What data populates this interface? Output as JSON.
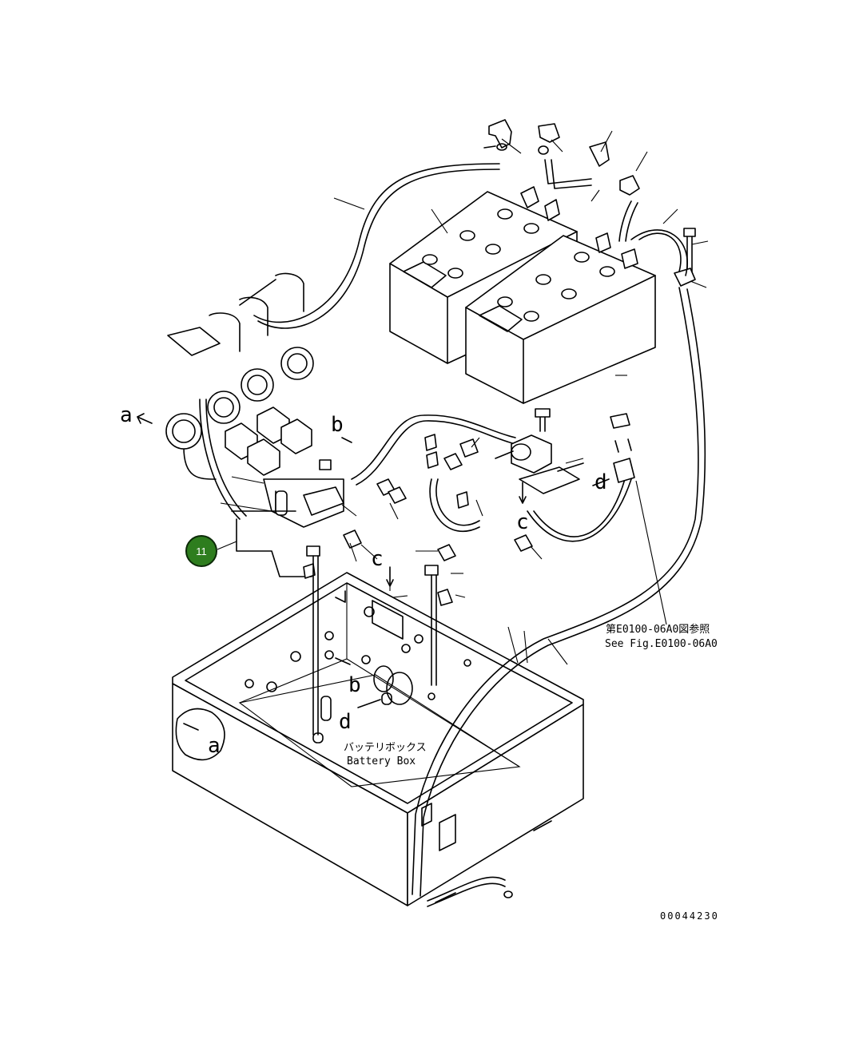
{
  "view_letters": {
    "a1": "a",
    "a2": "a",
    "b1": "b",
    "b2": "b",
    "c1": "c",
    "c2": "c",
    "d1": "d",
    "d2": "d"
  },
  "reference_note": {
    "jp": "第E0100-06A0図参照",
    "en": "See Fig.E0100-06A0"
  },
  "box_label": {
    "jp": "バッテリボックス",
    "en": "Battery Box"
  },
  "drawing_number": "00044230",
  "callout": {
    "number": "11",
    "color": "#2e7d1e"
  }
}
